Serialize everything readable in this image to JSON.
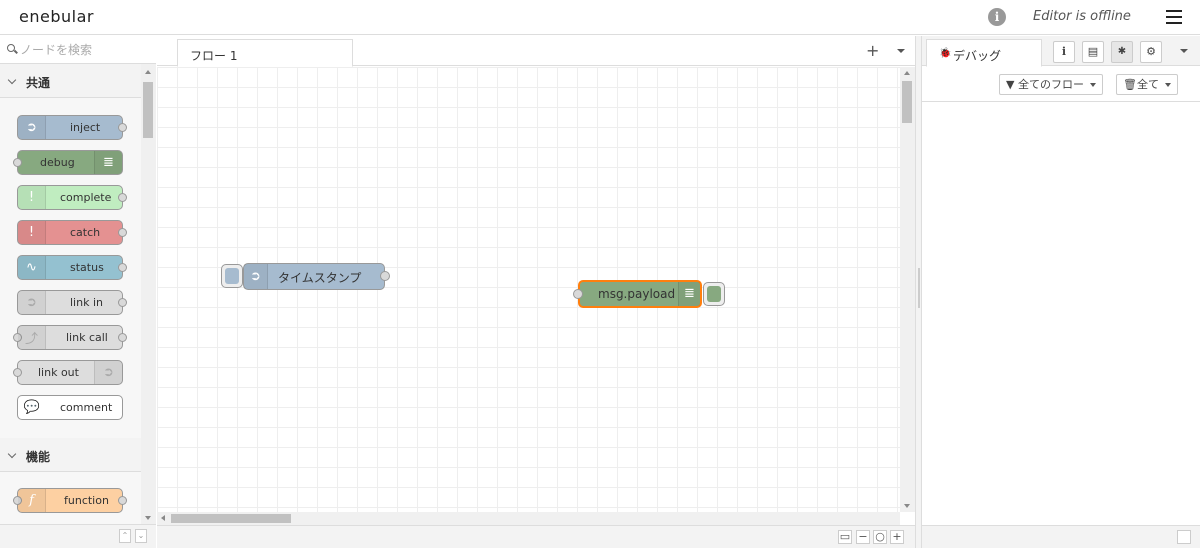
{
  "header": {
    "brand": "enebular",
    "status": "Editor is offline",
    "info_icon": "info-icon",
    "menu_icon": "hamburger-menu-icon"
  },
  "palette": {
    "search_placeholder": "ノードを検索",
    "categories": [
      {
        "label": "共通"
      },
      {
        "label": "機能"
      }
    ],
    "nodes": [
      {
        "label": "inject",
        "color": "#a6bbcf"
      },
      {
        "label": "debug",
        "color": "#87a980"
      },
      {
        "label": "complete",
        "color": "#c0edc0"
      },
      {
        "label": "catch",
        "color": "#e49191"
      },
      {
        "label": "status",
        "color": "#94c1d0"
      },
      {
        "label": "link in",
        "color": "#dddddd"
      },
      {
        "label": "link call",
        "color": "#dddddd"
      },
      {
        "label": "link out",
        "color": "#dddddd"
      },
      {
        "label": "comment",
        "color": "#ffffff"
      },
      {
        "label": "function",
        "color": "#fdd0a2"
      }
    ]
  },
  "workspace": {
    "tab_label": "フロー 1",
    "nodes": [
      {
        "label": "タイムスタンプ",
        "type": "inject",
        "color": "#a6bbcf"
      },
      {
        "label": "msg.payload",
        "type": "debug",
        "color": "#87a980",
        "selected_border": "#ff7f0e"
      }
    ]
  },
  "sidebar": {
    "tab_label": "デバッグ",
    "filter_label": "全てのフロー",
    "clear_label": "全て"
  }
}
